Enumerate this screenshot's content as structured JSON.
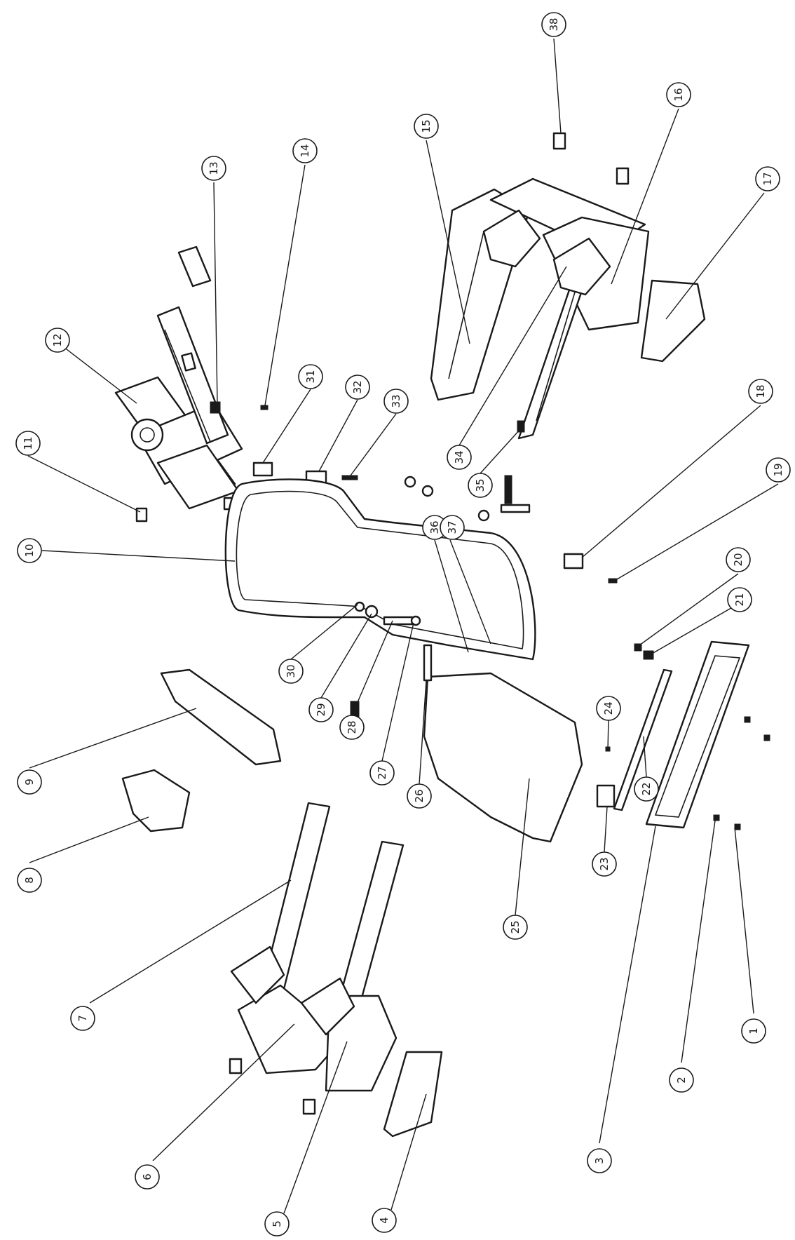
{
  "diagram": {
    "callouts": [
      {
        "id": "1",
        "label": "1"
      },
      {
        "id": "2",
        "label": "2"
      },
      {
        "id": "3",
        "label": "3"
      },
      {
        "id": "4",
        "label": "4"
      },
      {
        "id": "5",
        "label": "5"
      },
      {
        "id": "6",
        "label": "6"
      },
      {
        "id": "7",
        "label": "7"
      },
      {
        "id": "8",
        "label": "8"
      },
      {
        "id": "9",
        "label": "9"
      },
      {
        "id": "10",
        "label": "10"
      },
      {
        "id": "11",
        "label": "11"
      },
      {
        "id": "12",
        "label": "12"
      },
      {
        "id": "13",
        "label": "13"
      },
      {
        "id": "14",
        "label": "14"
      },
      {
        "id": "15",
        "label": "15"
      },
      {
        "id": "16",
        "label": "16"
      },
      {
        "id": "17",
        "label": "17"
      },
      {
        "id": "18",
        "label": "18"
      },
      {
        "id": "19",
        "label": "19"
      },
      {
        "id": "20",
        "label": "20"
      },
      {
        "id": "21",
        "label": "21"
      },
      {
        "id": "22",
        "label": "22"
      },
      {
        "id": "23",
        "label": "23"
      },
      {
        "id": "24",
        "label": "24"
      },
      {
        "id": "25",
        "label": "25"
      },
      {
        "id": "26",
        "label": "26"
      },
      {
        "id": "27",
        "label": "27"
      },
      {
        "id": "28",
        "label": "28"
      },
      {
        "id": "29",
        "label": "29"
      },
      {
        "id": "30",
        "label": "30"
      },
      {
        "id": "31",
        "label": "31"
      },
      {
        "id": "32",
        "label": "32"
      },
      {
        "id": "33",
        "label": "33"
      },
      {
        "id": "34",
        "label": "34"
      },
      {
        "id": "35",
        "label": "35"
      },
      {
        "id": "36",
        "label": "36"
      },
      {
        "id": "37",
        "label": "37"
      },
      {
        "id": "38",
        "label": "38"
      }
    ]
  }
}
